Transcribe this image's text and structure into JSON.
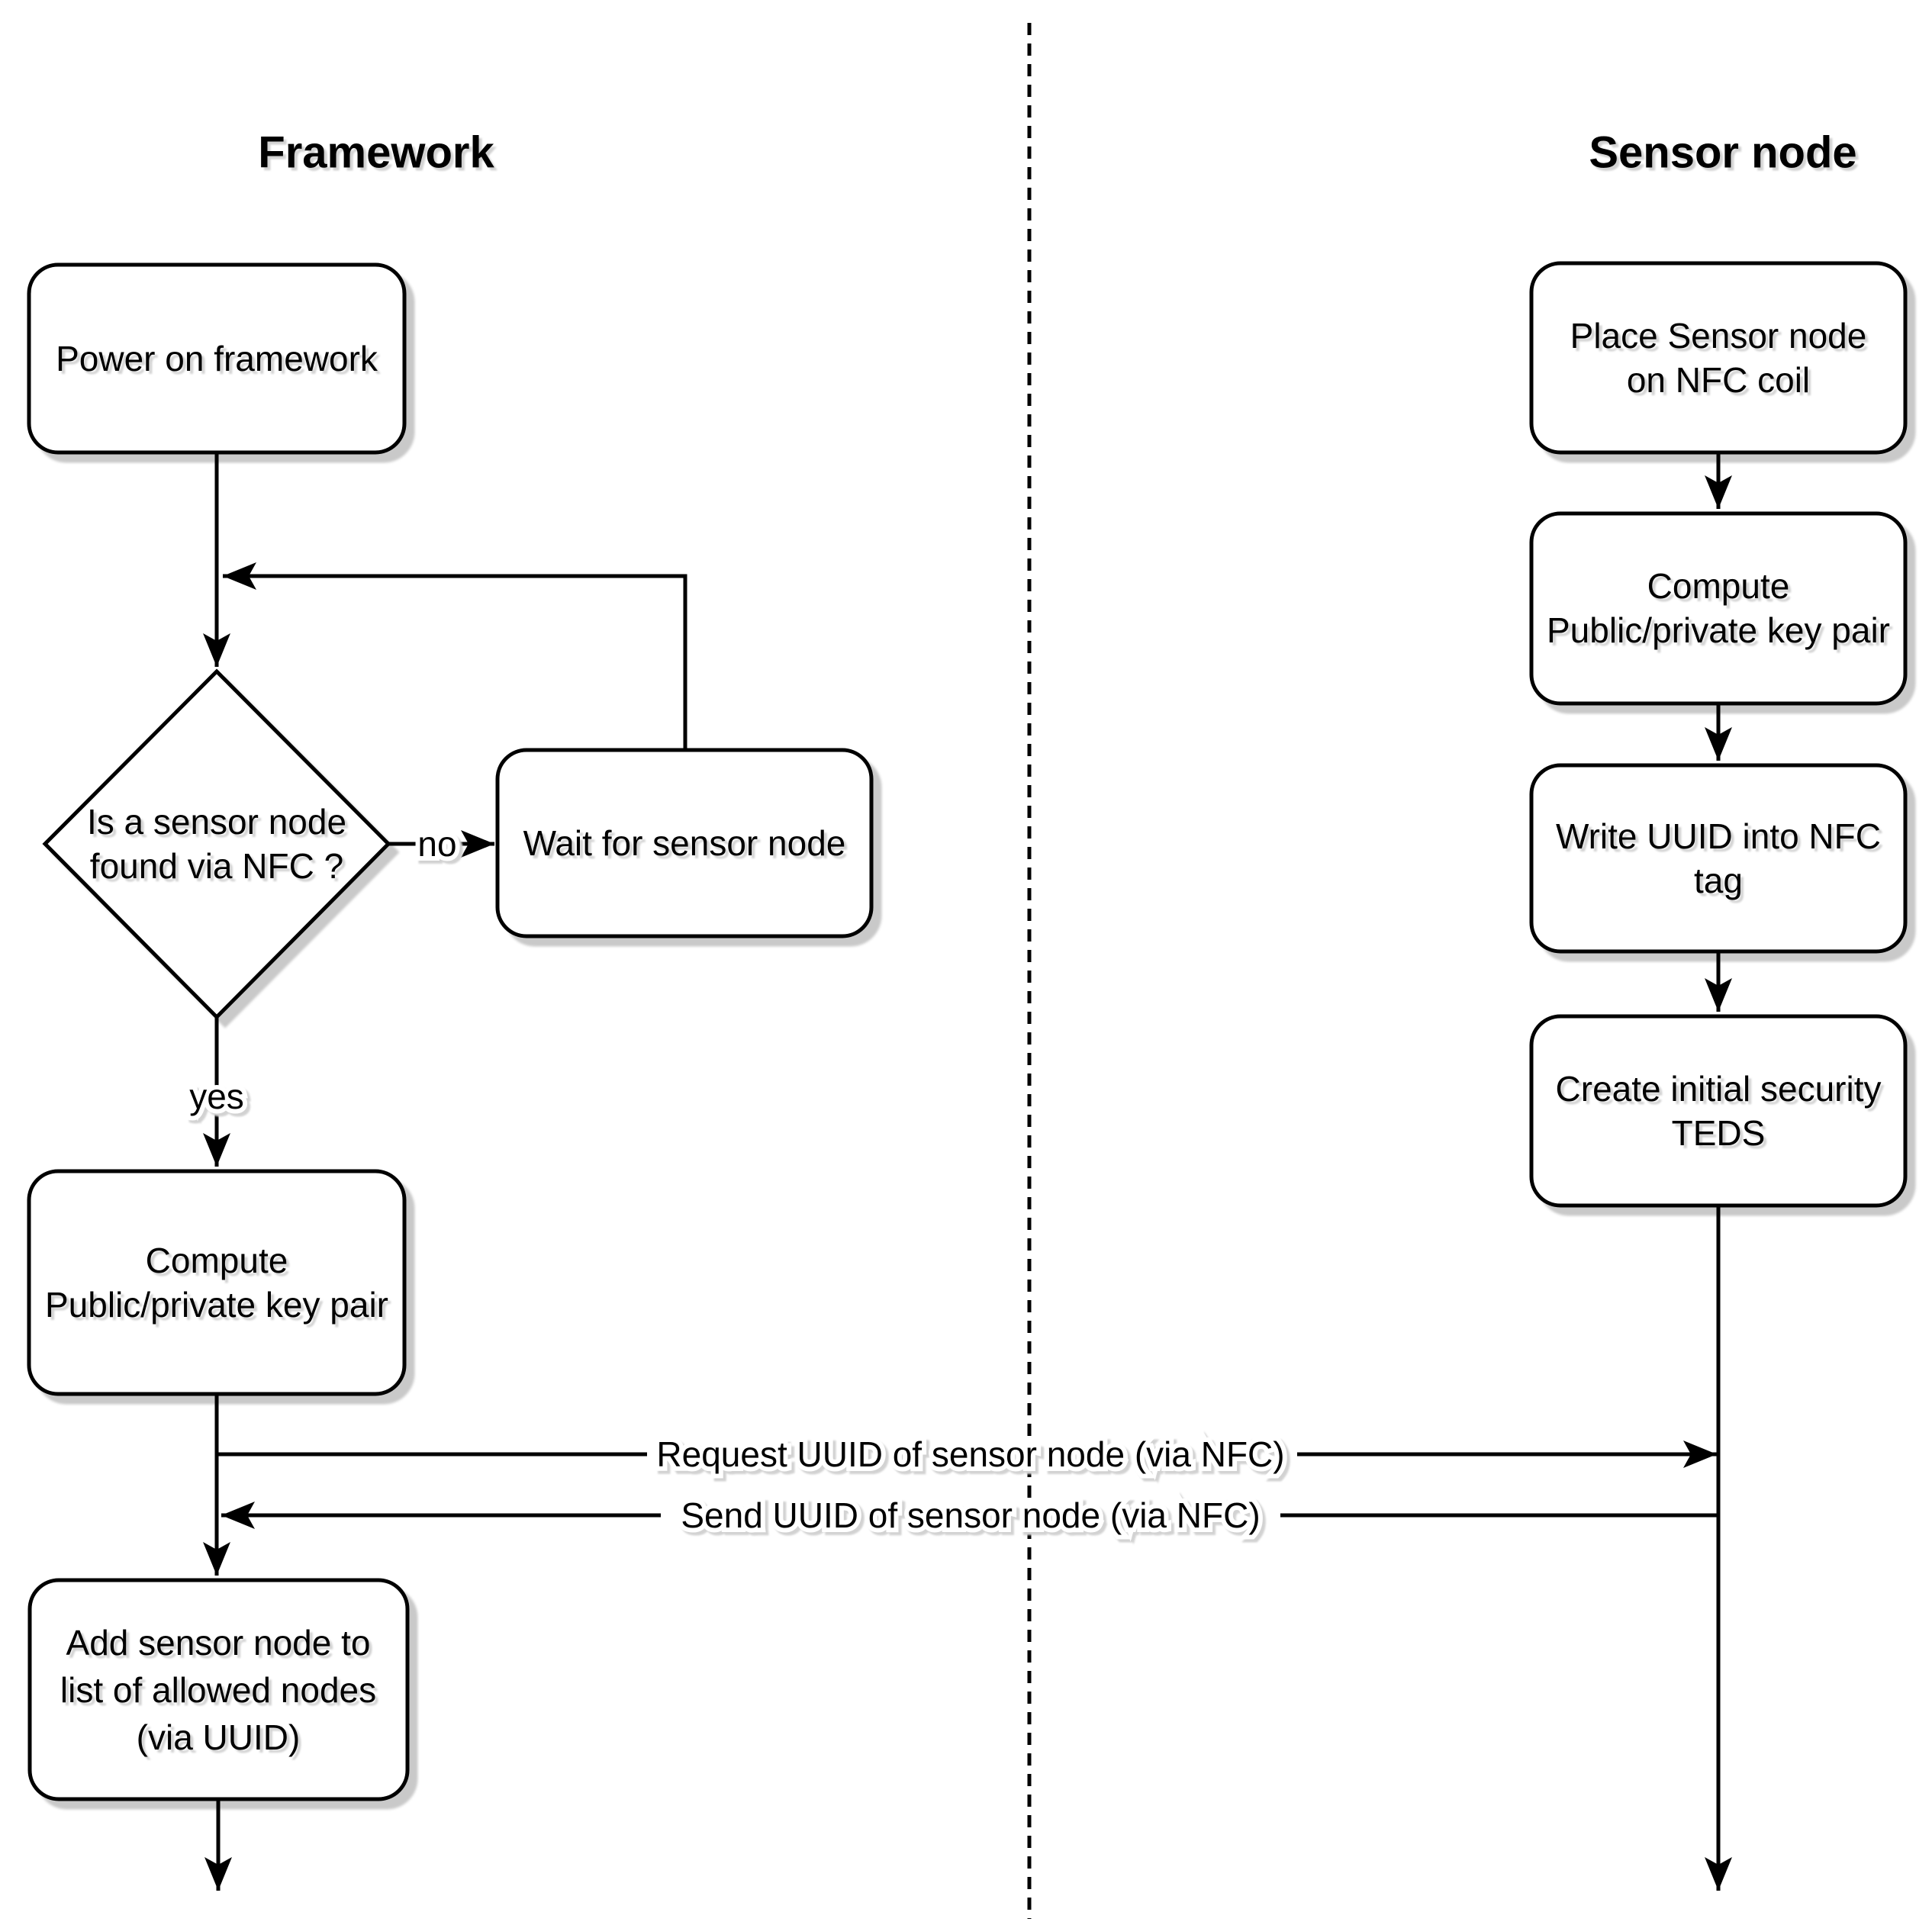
{
  "colors": {
    "background": "#ffffff",
    "node_fill": "#ffffff",
    "stroke": "#000000",
    "shadow": "#c9c9c9",
    "text": "#000000"
  },
  "lanes": {
    "framework": {
      "title": "Framework"
    },
    "sensor": {
      "title": "Sensor node"
    }
  },
  "framework": {
    "power": {
      "lines": [
        "Power on framework"
      ]
    },
    "decision": {
      "lines": [
        "Is a sensor node",
        "found via NFC ?"
      ]
    },
    "wait": {
      "lines": [
        "Wait for sensor node"
      ]
    },
    "compute_keys": {
      "lines": [
        "Compute",
        "Public/private key pair"
      ]
    },
    "add_allowed": {
      "lines": [
        "Add sensor node to",
        "list of allowed nodes",
        "(via UUID)"
      ]
    }
  },
  "edges": {
    "no": "no",
    "yes": "yes"
  },
  "messages": {
    "request": "Request UUID of sensor node (via NFC)",
    "send": "Send UUID of sensor node (via NFC)"
  },
  "sensor": {
    "place": {
      "lines": [
        "Place Sensor node",
        "on NFC coil"
      ]
    },
    "compute_keys": {
      "lines": [
        "Compute",
        "Public/private key pair"
      ]
    },
    "write_uuid": {
      "lines": [
        "Write UUID into NFC",
        "tag"
      ]
    },
    "create_teds": {
      "lines": [
        "Create initial security",
        "TEDS"
      ]
    }
  }
}
